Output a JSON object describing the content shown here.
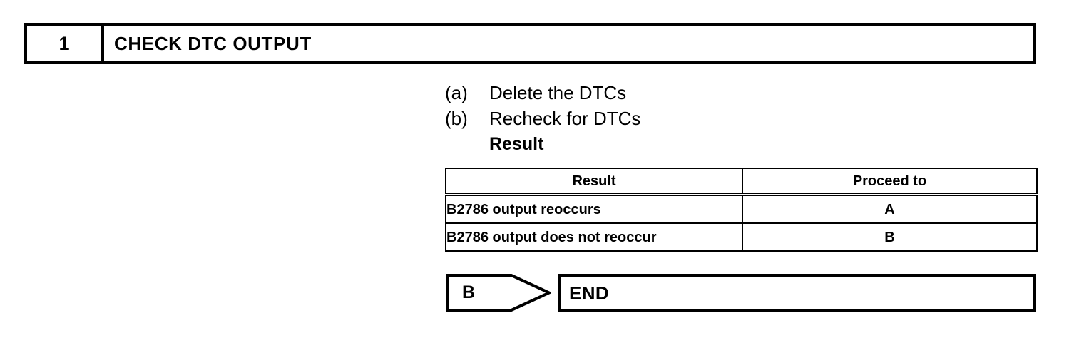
{
  "step": {
    "number": "1",
    "title": "CHECK DTC OUTPUT"
  },
  "procedure": {
    "items": [
      {
        "marker": "(a)",
        "text": "Delete the DTCs"
      },
      {
        "marker": "(b)",
        "text": "Recheck for DTCs"
      }
    ],
    "result_label": "Result"
  },
  "result_table": {
    "headers": [
      "Result",
      "Proceed to"
    ],
    "rows": [
      {
        "result": "B2786 output reoccurs",
        "proceed_to": "A"
      },
      {
        "result": "B2786 output does not reoccur",
        "proceed_to": "B"
      }
    ]
  },
  "flow": {
    "connector_label": "B",
    "end_label": "END"
  },
  "colors": {
    "ink": "#000000",
    "paper": "#ffffff"
  }
}
